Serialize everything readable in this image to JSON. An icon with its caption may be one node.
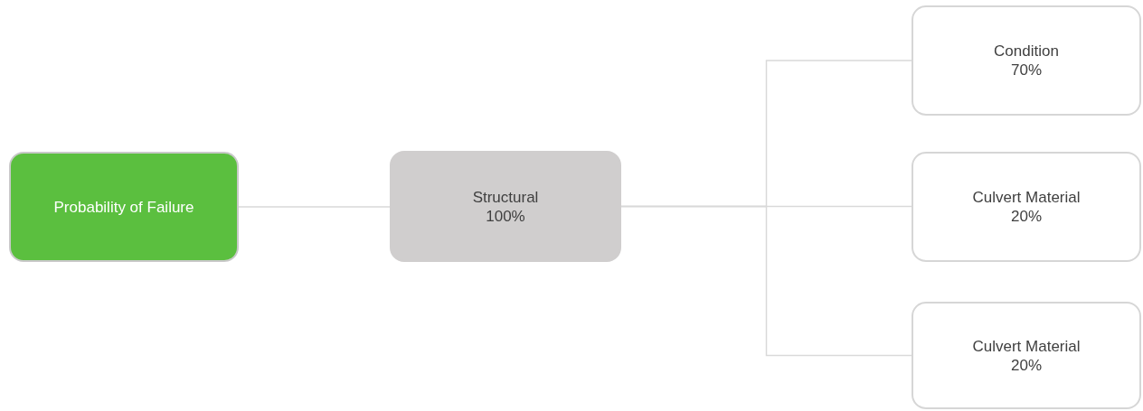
{
  "diagram": {
    "nodes": [
      {
        "text": [
          "Probability of Failure"
        ]
      },
      {
        "text": [
          "Structural",
          "100%"
        ]
      },
      {
        "text": [
          "Condition",
          "70%"
        ]
      },
      {
        "text": [
          "Culvert Material",
          "20%"
        ]
      },
      {
        "text": [
          "Culvert Material",
          "20%"
        ]
      }
    ],
    "edges": [
      {
        "from": 0,
        "to": 1,
        "arrow": "none"
      },
      {
        "from": 1,
        "to": 2,
        "arrow": "none"
      },
      {
        "from": 1,
        "to": 3,
        "arrow": "none"
      },
      {
        "from": 1,
        "to": 4,
        "arrow": "none"
      }
    ]
  }
}
